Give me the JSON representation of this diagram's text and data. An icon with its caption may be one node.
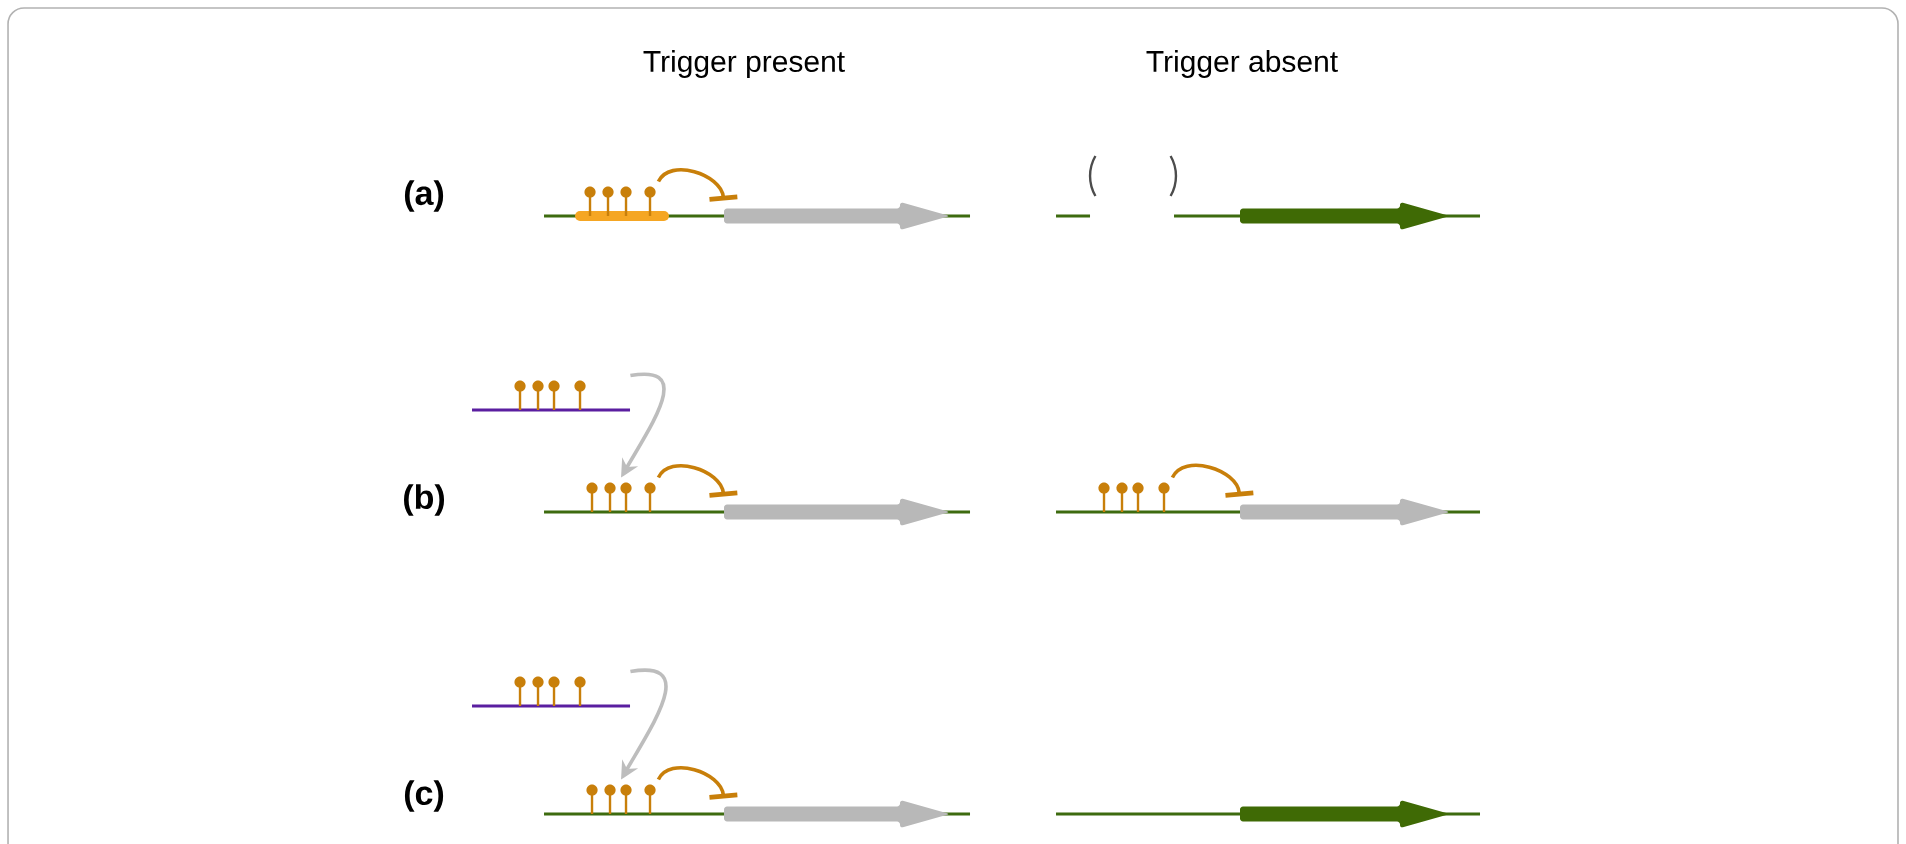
{
  "diagram": {
    "nodes": [
      {
        "text": [],
        "shape": "pins"
      },
      {
        "text": [],
        "shape": "arrow"
      },
      {
        "text": [],
        "shape": "arrow"
      },
      {
        "text": [],
        "shape": "pins"
      },
      {
        "text": [],
        "shape": "pins"
      },
      {
        "text": [],
        "shape": "arrow"
      },
      {
        "text": [],
        "shape": "pins"
      },
      {
        "text": [],
        "shape": "arrow"
      },
      {
        "text": [],
        "shape": "pins"
      },
      {
        "text": [],
        "shape": "pins"
      },
      {
        "text": [],
        "shape": "arrow"
      },
      {
        "text": [],
        "shape": "arrow"
      }
    ],
    "edges": [
      {
        "from": 0,
        "to": 1,
        "arrow": "other"
      },
      {
        "from": 3,
        "to": 4,
        "arrow": "to",
        "color": "#bdbdbd"
      },
      {
        "from": 4,
        "to": 5,
        "arrow": "other"
      },
      {
        "from": 6,
        "to": 7,
        "arrow": "other"
      },
      {
        "from": 8,
        "to": 9,
        "arrow": "to",
        "color": "#bdbdbd"
      },
      {
        "from": 9,
        "to": 10,
        "arrow": "other"
      }
    ],
    "labels": [
      "Trigger present",
      "Trigger absent",
      "(a)",
      "(b)",
      "(c)"
    ]
  }
}
